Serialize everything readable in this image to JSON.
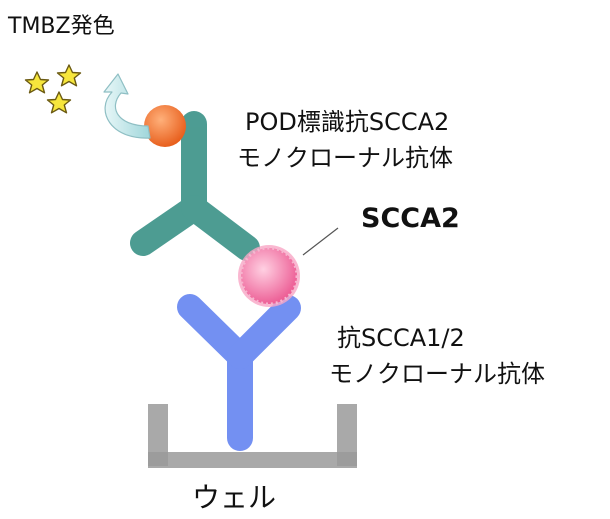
{
  "labels": {
    "tmbz": "TMBZ発色",
    "pod_antibody_line1": "POD標識抗SCCA2",
    "pod_antibody_line2": "モノクローナル抗体",
    "antigen": "SCCA2",
    "capture_antibody_line1": "抗SCCA1/2",
    "capture_antibody_line2": "モノクローナル抗体",
    "well": "ウェル"
  },
  "colors": {
    "pod_antibody": "#2e8b80",
    "capture_antibody": "#5b7df0",
    "antigen": "#f06a9a",
    "pod_enzyme": "#f07a35",
    "well": "#9a9a9a",
    "star": "#f6e63c",
    "arrow": "#a8dce0"
  },
  "icons": [
    "star-icon",
    "curved-arrow-icon"
  ]
}
